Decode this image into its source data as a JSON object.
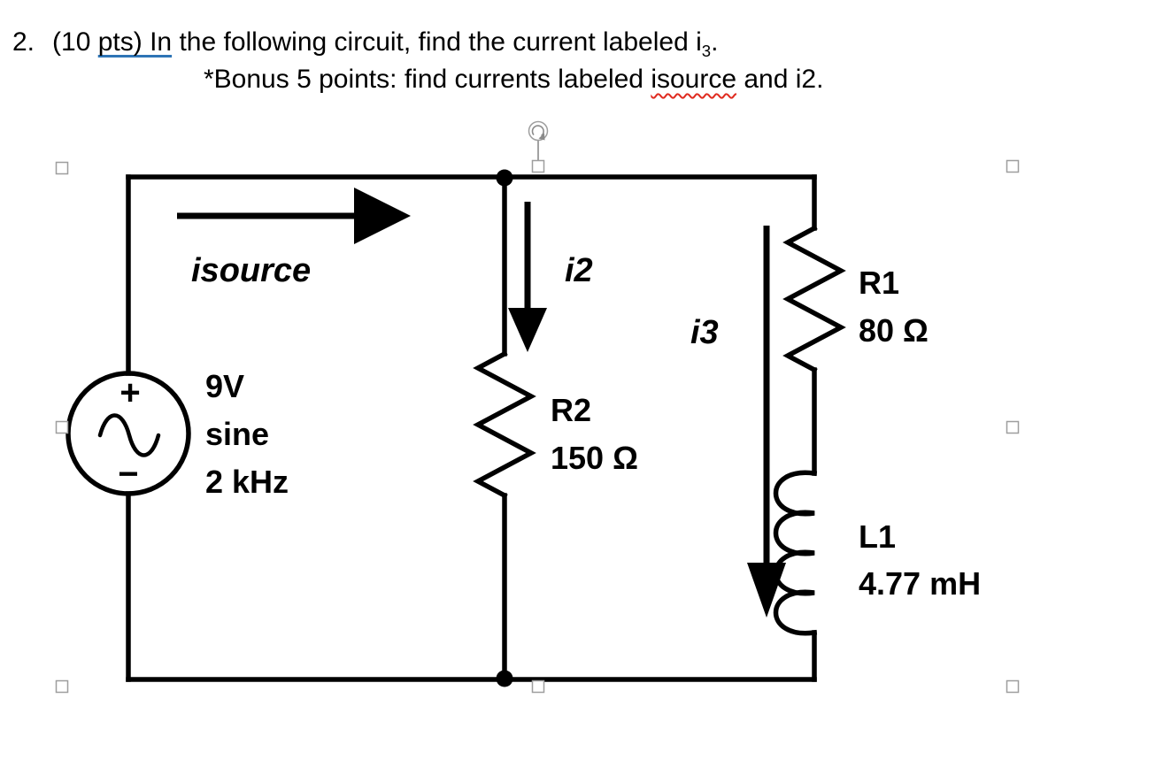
{
  "problem": {
    "number": "2.",
    "line1": {
      "pre": "(10 ",
      "underlined": "pts) In",
      "mid": " the following circuit, find the current labeled i",
      "subscript": "3",
      "end": "."
    },
    "line2": {
      "pre": "*Bonus 5 points: find currents labeled ",
      "misspelled": "isource",
      "post": " and i2."
    }
  },
  "circuit": {
    "currents": {
      "isource": "isource",
      "i2": "i2",
      "i3": "i3"
    },
    "source": {
      "plus": "+",
      "minus": "−",
      "value": "9V",
      "waveform": "sine",
      "frequency": "2 kHz"
    },
    "r2": {
      "name": "R2",
      "value": "150 Ω"
    },
    "r1": {
      "name": "R1",
      "value": "80 Ω"
    },
    "l1": {
      "name": "L1",
      "value": "4.77 mH"
    }
  },
  "colors": {
    "ink": "#000000",
    "grammar_underline": "#2e74b5",
    "spellcheck_squiggle": "#e02b20",
    "handle_border": "#9e9e9e"
  }
}
